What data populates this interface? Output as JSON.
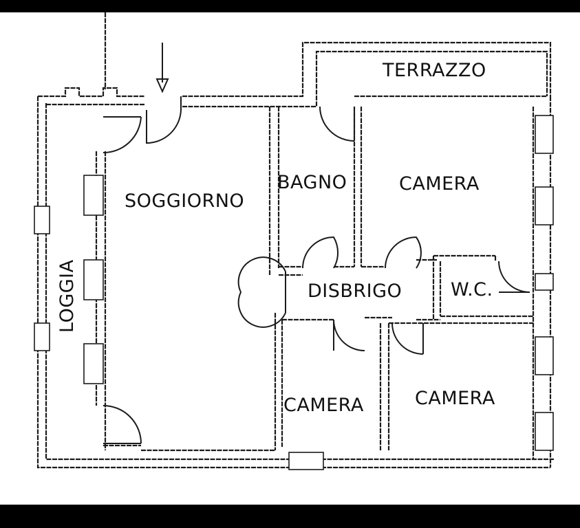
{
  "rooms": {
    "terrazzo": "TERRAZZO",
    "soggiorno": "SOGGIORNO",
    "bagno": "BAGNO",
    "camera_ne": "CAMERA",
    "disbrigo": "DISBRIGO",
    "wc": "W.C.",
    "loggia": "LOGGIA",
    "camera_s": "CAMERA",
    "camera_se": "CAMERA"
  }
}
